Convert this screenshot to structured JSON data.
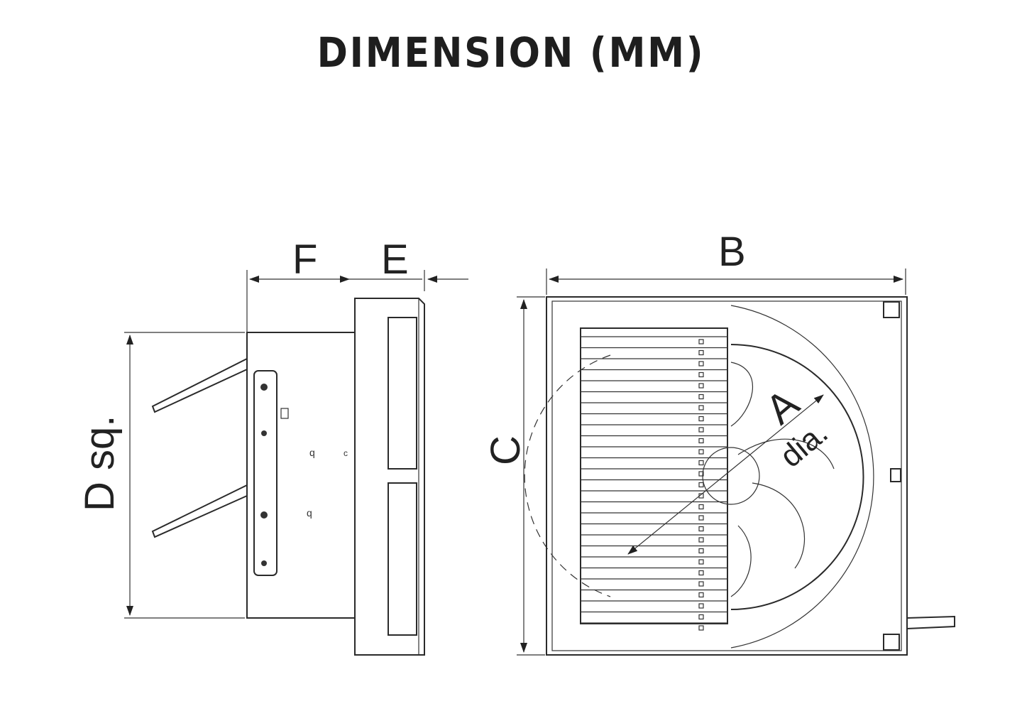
{
  "title": "DIMENSION (MM)",
  "labels": {
    "F": "F",
    "E": "E",
    "B": "B",
    "C": "C",
    "D": "D sq.",
    "A": "A",
    "dia": "dia."
  }
}
